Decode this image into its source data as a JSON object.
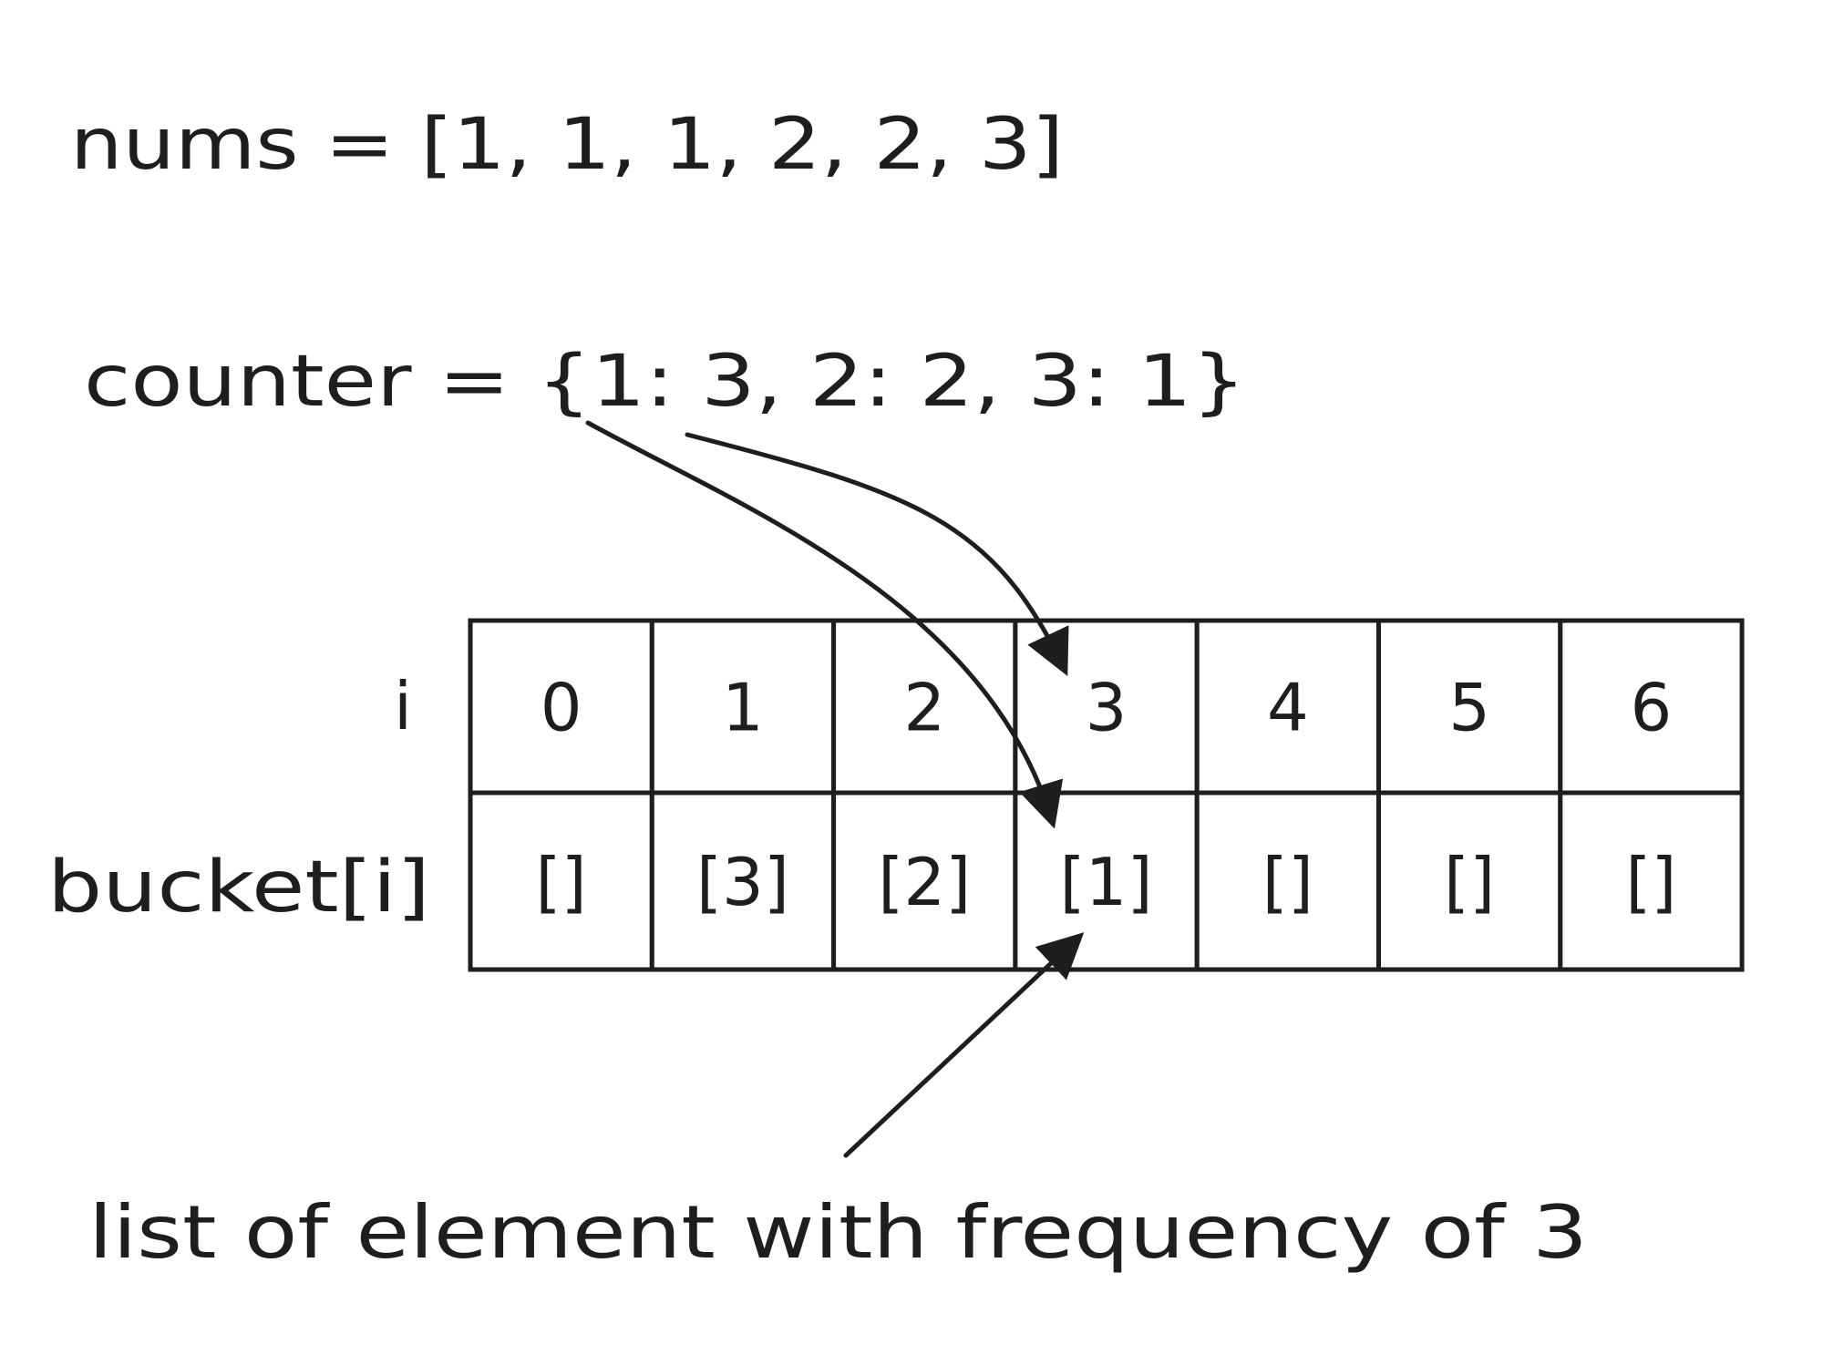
{
  "nums_line": "nums = [1, 1, 1, 2, 2, 3]",
  "counter_line": "counter = {1: 3, 2: 2, 3: 1}",
  "row_labels": {
    "index": "i",
    "bucket": "bucket[i]"
  },
  "indices": [
    "0",
    "1",
    "2",
    "3",
    "4",
    "5",
    "6"
  ],
  "buckets": [
    "[]",
    "[3]",
    "[2]",
    "[1]",
    "[]",
    "[]",
    "[]"
  ],
  "annotation": "list of element with frequency of 3",
  "colors": {
    "ink": "#1e1e1e",
    "background": "#ffffff"
  }
}
